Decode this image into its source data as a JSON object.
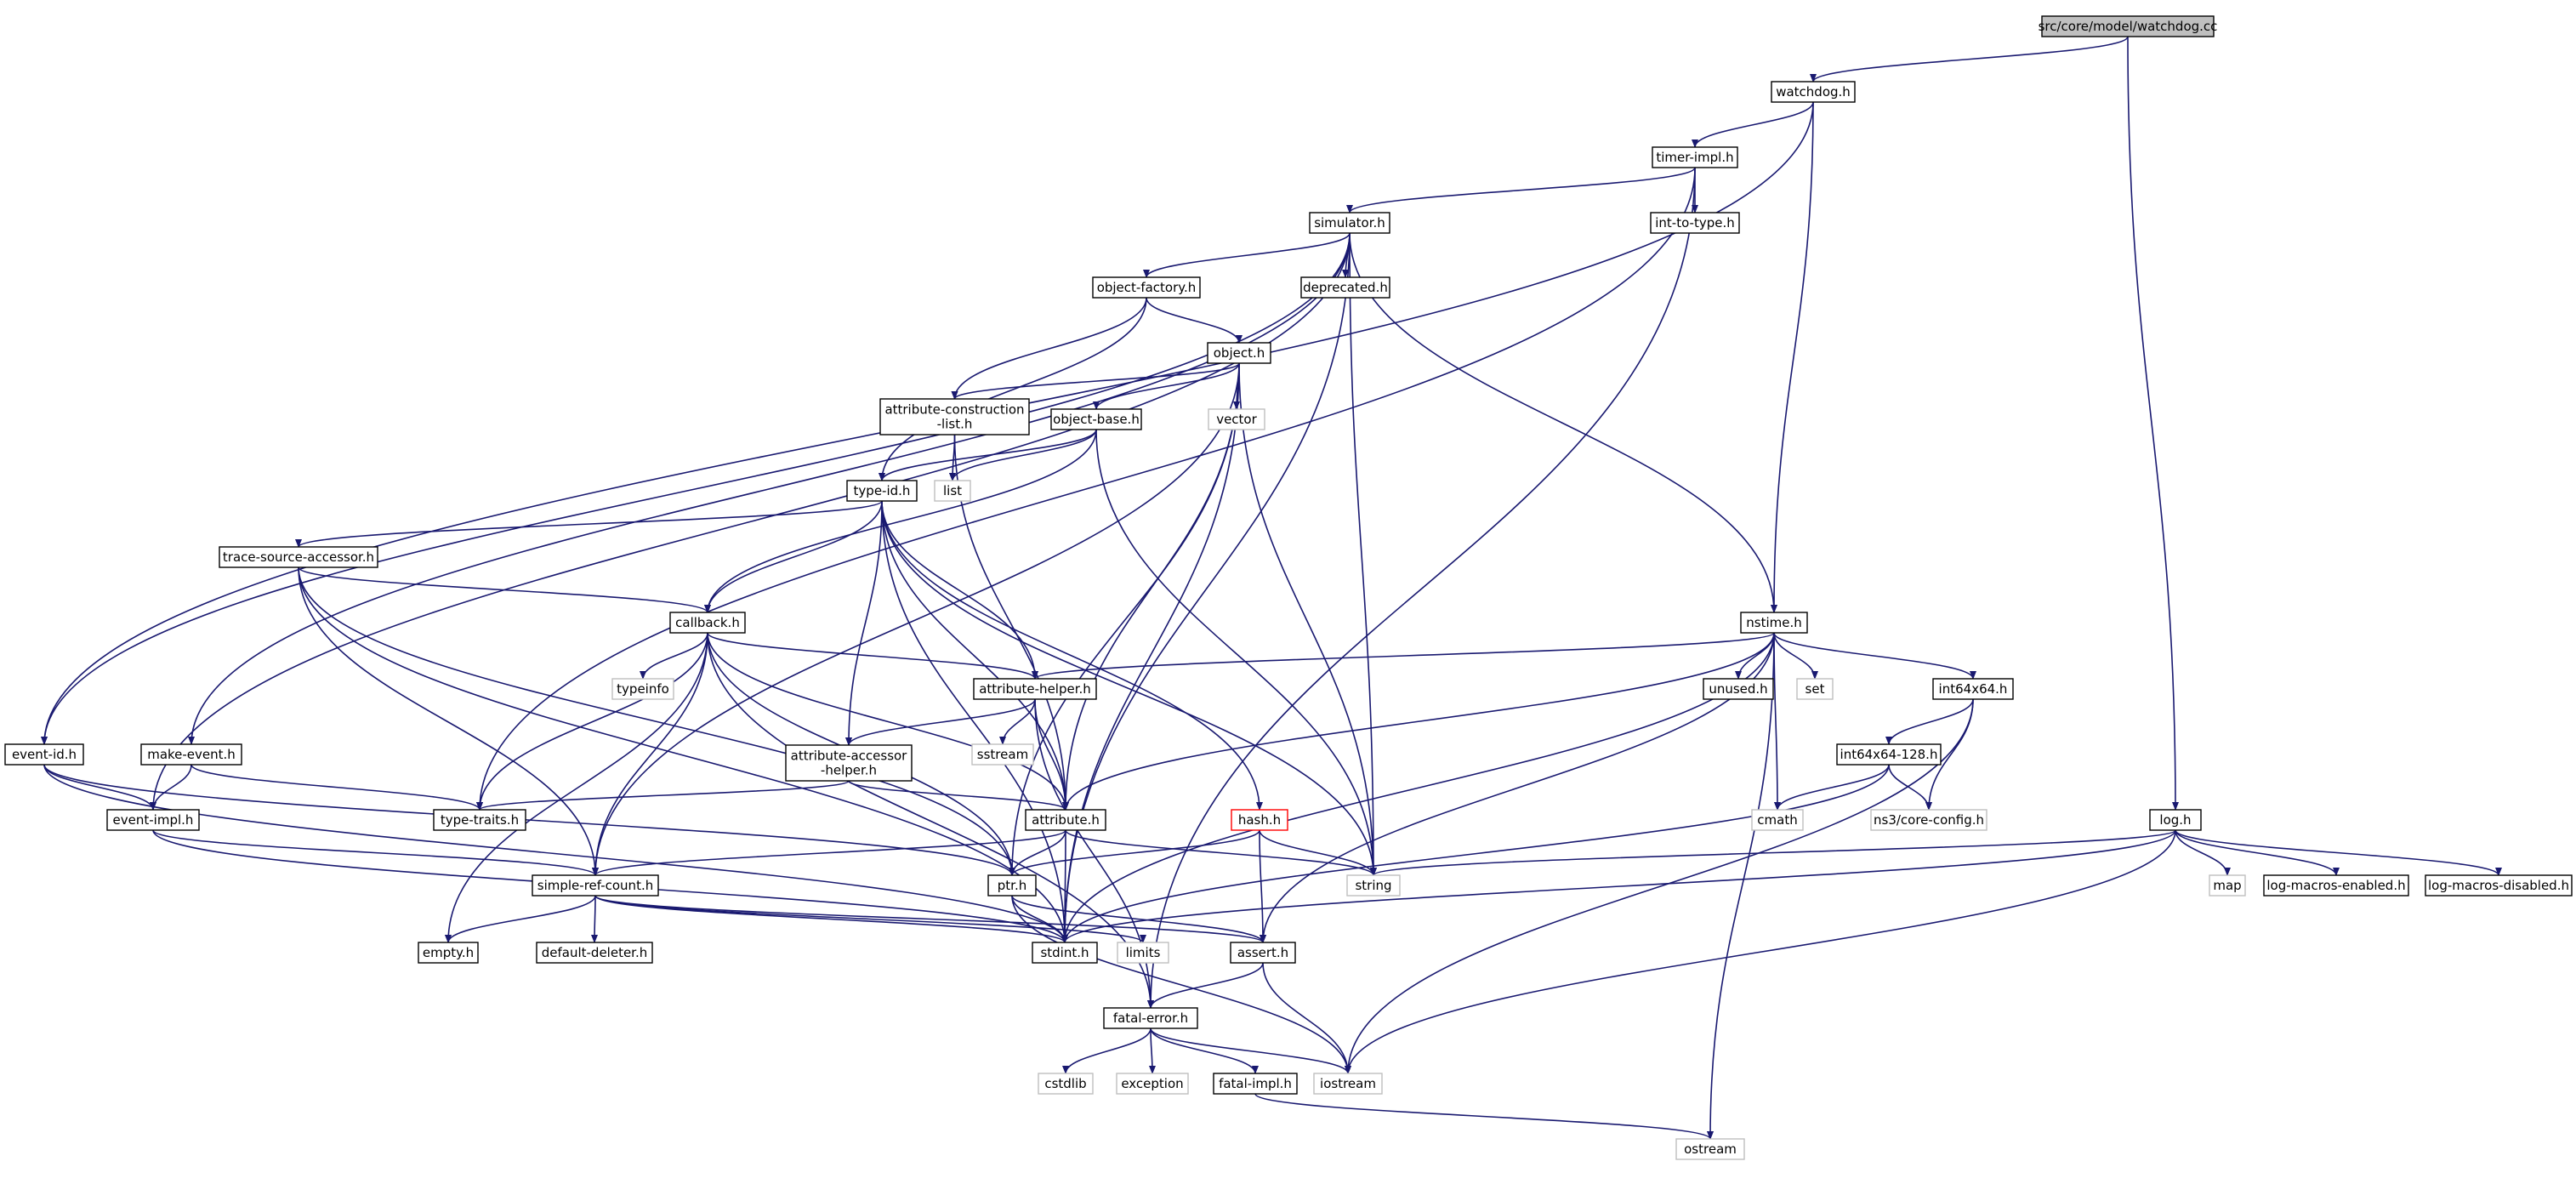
{
  "graph": {
    "edge_color": "#191970",
    "node_border_color": "#000000",
    "root_fill_color": "#bfbfbf",
    "external_border_color": "#bfbfbf",
    "highlight_border_color": "#ff0000",
    "nodes": [
      {
        "id": "root",
        "label": "src/core/model/watchdog.cc",
        "kind": "root"
      },
      {
        "id": "watchdog_h",
        "label": "watchdog.h",
        "kind": "file"
      },
      {
        "id": "timer_impl_h",
        "label": "timer-impl.h",
        "kind": "file"
      },
      {
        "id": "int_to_type_h",
        "label": "int-to-type.h",
        "kind": "file"
      },
      {
        "id": "simulator_h",
        "label": "simulator.h",
        "kind": "file"
      },
      {
        "id": "object_factory_h",
        "label": "object-factory.h",
        "kind": "file"
      },
      {
        "id": "deprecated_h",
        "label": "deprecated.h",
        "kind": "file"
      },
      {
        "id": "object_h",
        "label": "object.h",
        "kind": "file"
      },
      {
        "id": "attr_constr_list_h",
        "label": "attribute-construction\n-list.h",
        "kind": "file"
      },
      {
        "id": "object_base_h",
        "label": "object-base.h",
        "kind": "file"
      },
      {
        "id": "vector",
        "label": "vector",
        "kind": "external"
      },
      {
        "id": "list",
        "label": "list",
        "kind": "external"
      },
      {
        "id": "type_id_h",
        "label": "type-id.h",
        "kind": "file"
      },
      {
        "id": "trace_src_acc_h",
        "label": "trace-source-accessor.h",
        "kind": "file"
      },
      {
        "id": "callback_h",
        "label": "callback.h",
        "kind": "file"
      },
      {
        "id": "typeinfo",
        "label": "typeinfo",
        "kind": "external"
      },
      {
        "id": "attr_helper_h",
        "label": "attribute-helper.h",
        "kind": "file"
      },
      {
        "id": "sstream",
        "label": "sstream",
        "kind": "external"
      },
      {
        "id": "attr_acc_helper_h",
        "label": "attribute-accessor\n-helper.h",
        "kind": "file"
      },
      {
        "id": "nstime_h",
        "label": "nstime.h",
        "kind": "file"
      },
      {
        "id": "unused_h",
        "label": "unused.h",
        "kind": "file"
      },
      {
        "id": "set",
        "label": "set",
        "kind": "external"
      },
      {
        "id": "int64x64_h",
        "label": "int64x64.h",
        "kind": "file"
      },
      {
        "id": "int64x64_128_h",
        "label": "int64x64-128.h",
        "kind": "file"
      },
      {
        "id": "cmath",
        "label": "cmath",
        "kind": "external"
      },
      {
        "id": "ns3_core_config_h",
        "label": "ns3/core-config.h",
        "kind": "external"
      },
      {
        "id": "event_id_h",
        "label": "event-id.h",
        "kind": "file"
      },
      {
        "id": "make_event_h",
        "label": "make-event.h",
        "kind": "file"
      },
      {
        "id": "event_impl_h",
        "label": "event-impl.h",
        "kind": "file"
      },
      {
        "id": "type_traits_h",
        "label": "type-traits.h",
        "kind": "file"
      },
      {
        "id": "attribute_h",
        "label": "attribute.h",
        "kind": "file"
      },
      {
        "id": "hash_h",
        "label": "hash.h",
        "kind": "highlight"
      },
      {
        "id": "log_h",
        "label": "log.h",
        "kind": "file"
      },
      {
        "id": "string",
        "label": "string",
        "kind": "external"
      },
      {
        "id": "map",
        "label": "map",
        "kind": "external"
      },
      {
        "id": "log_macros_enabled_h",
        "label": "log-macros-enabled.h",
        "kind": "file"
      },
      {
        "id": "log_macros_disabled_h",
        "label": "log-macros-disabled.h",
        "kind": "file"
      },
      {
        "id": "simple_ref_count_h",
        "label": "simple-ref-count.h",
        "kind": "file"
      },
      {
        "id": "ptr_h",
        "label": "ptr.h",
        "kind": "file"
      },
      {
        "id": "empty_h",
        "label": "empty.h",
        "kind": "file"
      },
      {
        "id": "default_deleter_h",
        "label": "default-deleter.h",
        "kind": "file"
      },
      {
        "id": "stdint_h",
        "label": "stdint.h",
        "kind": "file"
      },
      {
        "id": "limits",
        "label": "limits",
        "kind": "external"
      },
      {
        "id": "assert_h",
        "label": "assert.h",
        "kind": "file"
      },
      {
        "id": "fatal_error_h",
        "label": "fatal-error.h",
        "kind": "file"
      },
      {
        "id": "cstdlib",
        "label": "cstdlib",
        "kind": "external"
      },
      {
        "id": "exception",
        "label": "exception",
        "kind": "external"
      },
      {
        "id": "fatal_impl_h",
        "label": "fatal-impl.h",
        "kind": "file"
      },
      {
        "id": "iostream",
        "label": "iostream",
        "kind": "external"
      },
      {
        "id": "ostream",
        "label": "ostream",
        "kind": "external"
      }
    ],
    "edges": [
      [
        "root",
        "watchdog_h"
      ],
      [
        "root",
        "log_h"
      ],
      [
        "watchdog_h",
        "timer_impl_h"
      ],
      [
        "watchdog_h",
        "event_id_h"
      ],
      [
        "watchdog_h",
        "nstime_h"
      ],
      [
        "timer_impl_h",
        "simulator_h"
      ],
      [
        "timer_impl_h",
        "int_to_type_h"
      ],
      [
        "timer_impl_h",
        "type_traits_h"
      ],
      [
        "timer_impl_h",
        "fatal_error_h"
      ],
      [
        "simulator_h",
        "object_factory_h"
      ],
      [
        "simulator_h",
        "deprecated_h"
      ],
      [
        "simulator_h",
        "event_id_h"
      ],
      [
        "simulator_h",
        "event_impl_h"
      ],
      [
        "simulator_h",
        "make_event_h"
      ],
      [
        "simulator_h",
        "nstime_h"
      ],
      [
        "simulator_h",
        "string"
      ],
      [
        "simulator_h",
        "stdint_h"
      ],
      [
        "object_factory_h",
        "object_h"
      ],
      [
        "object_factory_h",
        "attr_constr_list_h"
      ],
      [
        "object_factory_h",
        "type_id_h"
      ],
      [
        "object_h",
        "attr_constr_list_h"
      ],
      [
        "object_h",
        "object_base_h"
      ],
      [
        "object_h",
        "vector"
      ],
      [
        "object_h",
        "attribute_h"
      ],
      [
        "object_h",
        "ptr_h"
      ],
      [
        "object_h",
        "simple_ref_count_h"
      ],
      [
        "object_h",
        "stdint_h"
      ],
      [
        "object_h",
        "string"
      ],
      [
        "attr_constr_list_h",
        "list"
      ],
      [
        "attr_constr_list_h",
        "attribute_h"
      ],
      [
        "object_base_h",
        "type_id_h"
      ],
      [
        "object_base_h",
        "callback_h"
      ],
      [
        "object_base_h",
        "list"
      ],
      [
        "object_base_h",
        "string"
      ],
      [
        "type_id_h",
        "trace_src_acc_h"
      ],
      [
        "type_id_h",
        "callback_h"
      ],
      [
        "type_id_h",
        "attr_helper_h"
      ],
      [
        "type_id_h",
        "attr_acc_helper_h"
      ],
      [
        "type_id_h",
        "attribute_h"
      ],
      [
        "type_id_h",
        "hash_h"
      ],
      [
        "type_id_h",
        "string"
      ],
      [
        "type_id_h",
        "stdint_h"
      ],
      [
        "trace_src_acc_h",
        "callback_h"
      ],
      [
        "trace_src_acc_h",
        "simple_ref_count_h"
      ],
      [
        "trace_src_acc_h",
        "ptr_h"
      ],
      [
        "trace_src_acc_h",
        "stdint_h"
      ],
      [
        "callback_h",
        "typeinfo"
      ],
      [
        "callback_h",
        "attr_helper_h"
      ],
      [
        "callback_h",
        "type_traits_h"
      ],
      [
        "callback_h",
        "empty_h"
      ],
      [
        "callback_h",
        "simple_ref_count_h"
      ],
      [
        "callback_h",
        "ptr_h"
      ],
      [
        "callback_h",
        "fatal_error_h"
      ],
      [
        "callback_h",
        "attribute_h"
      ],
      [
        "attr_helper_h",
        "sstream"
      ],
      [
        "attr_helper_h",
        "attr_acc_helper_h"
      ],
      [
        "attr_helper_h",
        "attribute_h"
      ],
      [
        "attr_helper_h",
        "fatal_error_h"
      ],
      [
        "attr_acc_helper_h",
        "attribute_h"
      ],
      [
        "attr_acc_helper_h",
        "type_traits_h"
      ],
      [
        "nstime_h",
        "attr_helper_h"
      ],
      [
        "nstime_h",
        "unused_h"
      ],
      [
        "nstime_h",
        "set"
      ],
      [
        "nstime_h",
        "int64x64_h"
      ],
      [
        "nstime_h",
        "cmath"
      ],
      [
        "nstime_h",
        "attribute_h"
      ],
      [
        "nstime_h",
        "stdint_h"
      ],
      [
        "nstime_h",
        "ostream"
      ],
      [
        "nstime_h",
        "assert_h"
      ],
      [
        "int64x64_h",
        "int64x64_128_h"
      ],
      [
        "int64x64_h",
        "ns3_core_config_h"
      ],
      [
        "int64x64_h",
        "iostream"
      ],
      [
        "int64x64_128_h",
        "cmath"
      ],
      [
        "int64x64_128_h",
        "ns3_core_config_h"
      ],
      [
        "int64x64_128_h",
        "stdint_h"
      ],
      [
        "event_id_h",
        "event_impl_h"
      ],
      [
        "event_id_h",
        "ptr_h"
      ],
      [
        "event_id_h",
        "stdint_h"
      ],
      [
        "make_event_h",
        "event_impl_h"
      ],
      [
        "make_event_h",
        "type_traits_h"
      ],
      [
        "event_impl_h",
        "simple_ref_count_h"
      ],
      [
        "event_impl_h",
        "stdint_h"
      ],
      [
        "attribute_h",
        "simple_ref_count_h"
      ],
      [
        "attribute_h",
        "ptr_h"
      ],
      [
        "attribute_h",
        "string"
      ],
      [
        "attribute_h",
        "stdint_h"
      ],
      [
        "hash_h",
        "ptr_h"
      ],
      [
        "hash_h",
        "assert_h"
      ],
      [
        "hash_h",
        "string"
      ],
      [
        "log_h",
        "string"
      ],
      [
        "log_h",
        "map"
      ],
      [
        "log_h",
        "log_macros_enabled_h"
      ],
      [
        "log_h",
        "log_macros_disabled_h"
      ],
      [
        "log_h",
        "iostream"
      ],
      [
        "log_h",
        "stdint_h"
      ],
      [
        "simple_ref_count_h",
        "empty_h"
      ],
      [
        "simple_ref_count_h",
        "default_deleter_h"
      ],
      [
        "simple_ref_count_h",
        "stdint_h"
      ],
      [
        "simple_ref_count_h",
        "limits"
      ],
      [
        "simple_ref_count_h",
        "assert_h"
      ],
      [
        "ptr_h",
        "stdint_h"
      ],
      [
        "ptr_h",
        "assert_h"
      ],
      [
        "ptr_h",
        "iostream"
      ],
      [
        "assert_h",
        "fatal_error_h"
      ],
      [
        "assert_h",
        "iostream"
      ],
      [
        "fatal_error_h",
        "cstdlib"
      ],
      [
        "fatal_error_h",
        "exception"
      ],
      [
        "fatal_error_h",
        "fatal_impl_h"
      ],
      [
        "fatal_error_h",
        "iostream"
      ],
      [
        "fatal_impl_h",
        "ostream"
      ]
    ]
  }
}
